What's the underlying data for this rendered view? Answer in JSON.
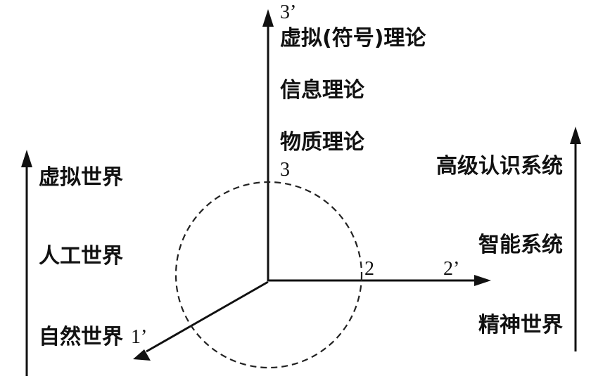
{
  "left_axis": {
    "labels": [
      "虚拟世界",
      "人工世界",
      "自然世界"
    ],
    "end_label": "1’"
  },
  "right_axis": {
    "labels": [
      "高级认识系统",
      "智能系统",
      "精神世界"
    ],
    "end_label": "2’",
    "circle_label": "2"
  },
  "vertical_axis": {
    "labels": [
      "虚拟(符号)理论",
      "信息理论",
      "物质理论"
    ],
    "end_label": "3’",
    "circle_label": "3"
  }
}
